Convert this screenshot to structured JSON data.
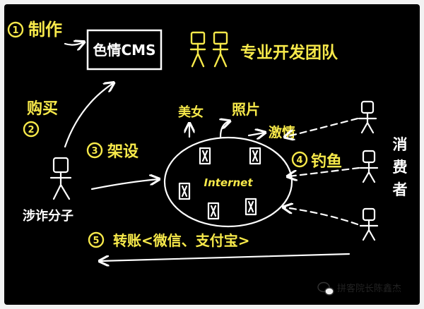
{
  "colors": {
    "board": "#000000",
    "frame": "#f2f2f2",
    "chalk_white": "#ffffff",
    "chalk_yellow": "#f7e94a"
  },
  "steps": {
    "step1": {
      "num": "1",
      "label": "制作"
    },
    "step2": {
      "num": "2",
      "label": "购买"
    },
    "step3": {
      "num": "3",
      "label": "架设"
    },
    "step4": {
      "num": "4",
      "label": "钓鱼"
    },
    "step5": {
      "num": "5",
      "label": "转账<微信、支付宝>"
    }
  },
  "cms_box": {
    "label": "色情CMS"
  },
  "team_label": "专业开发团队",
  "criminal_label": "涉诈分子",
  "internet_label": "Internet",
  "lures": {
    "beauty": "美女",
    "photos": "照片",
    "lust": "激情"
  },
  "consumers_label": [
    "消",
    "费",
    "者"
  ],
  "watermark": {
    "icon": "wechat-icon",
    "text": "拼客院长陈鑫杰"
  }
}
